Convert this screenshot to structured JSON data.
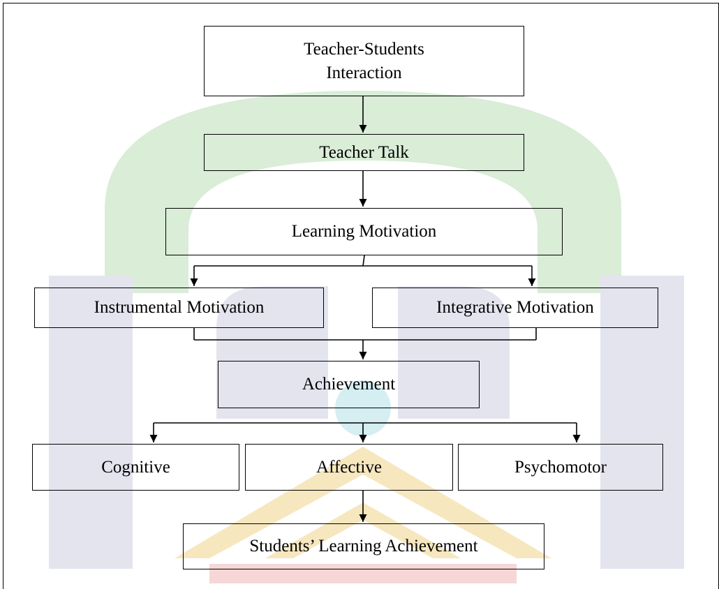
{
  "diagram": {
    "border_color": "#000000",
    "text_color": "#000000",
    "boxes": {
      "teacher_students_interaction": "Teacher-Students\nInteraction",
      "teacher_talk": "Teacher Talk",
      "learning_motivation": "Learning Motivation",
      "instrumental_motivation": "Instrumental Motivation",
      "integrative_motivation": "Integrative Motivation",
      "achievement": "Achievement",
      "cognitive": "Cognitive",
      "affective": "Affective",
      "psychomotor": "Psychomotor",
      "students_learning_achievement": "Students’ Learning Achievement"
    }
  },
  "watermark": {
    "green": "#c9e6c6",
    "navy": "#e4e4ef",
    "gold": "#f6e7bf",
    "red": "#f6d6d6",
    "teal": "#d4eef2"
  }
}
